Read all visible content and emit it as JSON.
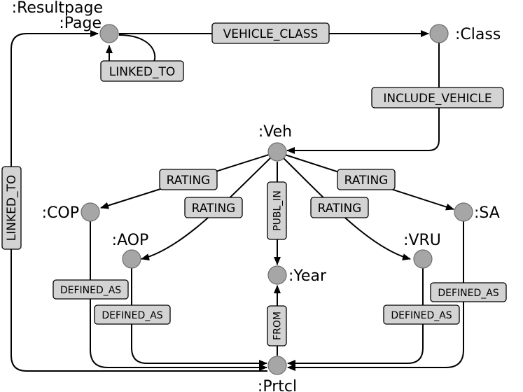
{
  "nodes": {
    "page": ":Resultpage\n:Page",
    "class": ":Class",
    "veh": ":Veh",
    "cop": ":COP",
    "sa": ":SA",
    "aop": ":AOP",
    "vru": ":VRU",
    "year": ":Year",
    "prtcl": ":Prtcl"
  },
  "nodes_split": {
    "page_line1": ":Resultpage",
    "page_line2": ":Page"
  },
  "edges": {
    "vehicle_class": "VEHICLE_CLASS",
    "linked_to_self": "LINKED_TO",
    "include_vehicle": "INCLUDE_VEHICLE",
    "linked_to_left": "LINKED_TO",
    "rating_cop": "RATING",
    "rating_aop": "RATING",
    "rating_vru": "RATING",
    "rating_sa": "RATING",
    "publ_in": "PUBL_IN",
    "from": "FROM",
    "defined_as_cop": "DEFINED_AS",
    "defined_as_aop": "DEFINED_AS",
    "defined_as_vru": "DEFINED_AS",
    "defined_as_sa": "DEFINED_AS"
  },
  "colors": {
    "node_fill": "#a6a6a6",
    "label_fill": "#d3d3d3",
    "stroke": "#000000"
  }
}
